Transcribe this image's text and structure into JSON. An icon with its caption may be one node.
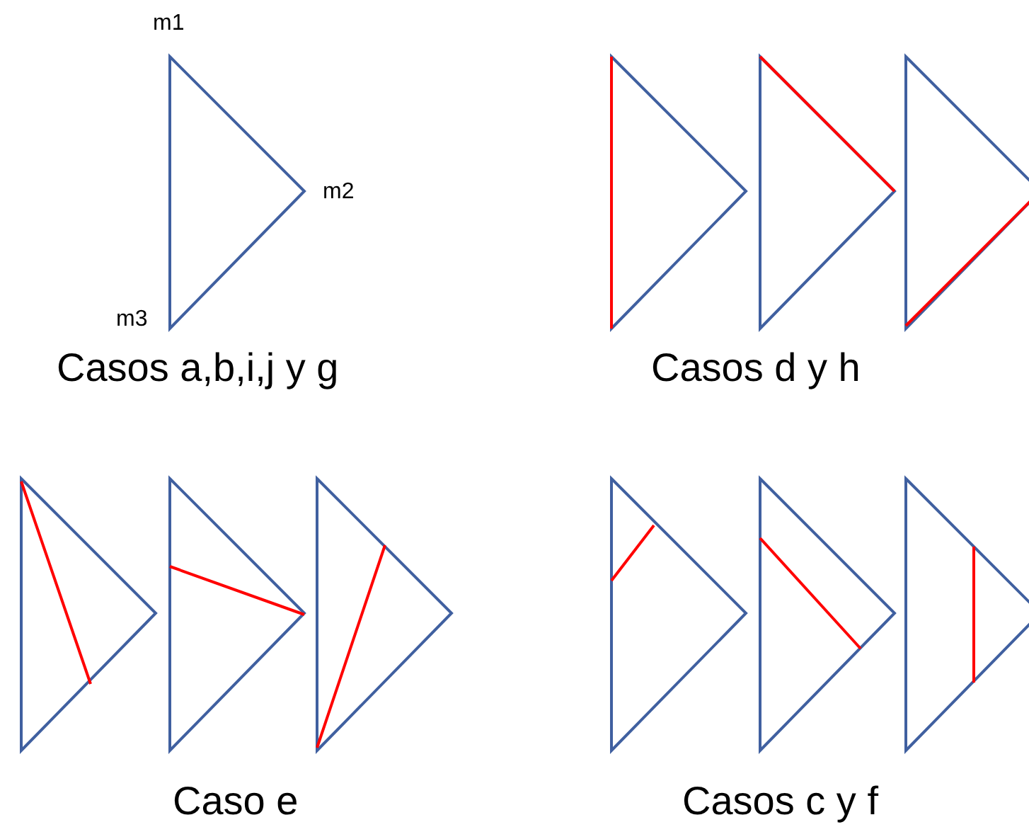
{
  "diagram": {
    "labels": [
      "m1",
      "m2",
      "m3",
      "Casos a,b,i,j y g",
      "Casos d y h",
      "Caso e",
      "Casos c y f"
    ]
  }
}
